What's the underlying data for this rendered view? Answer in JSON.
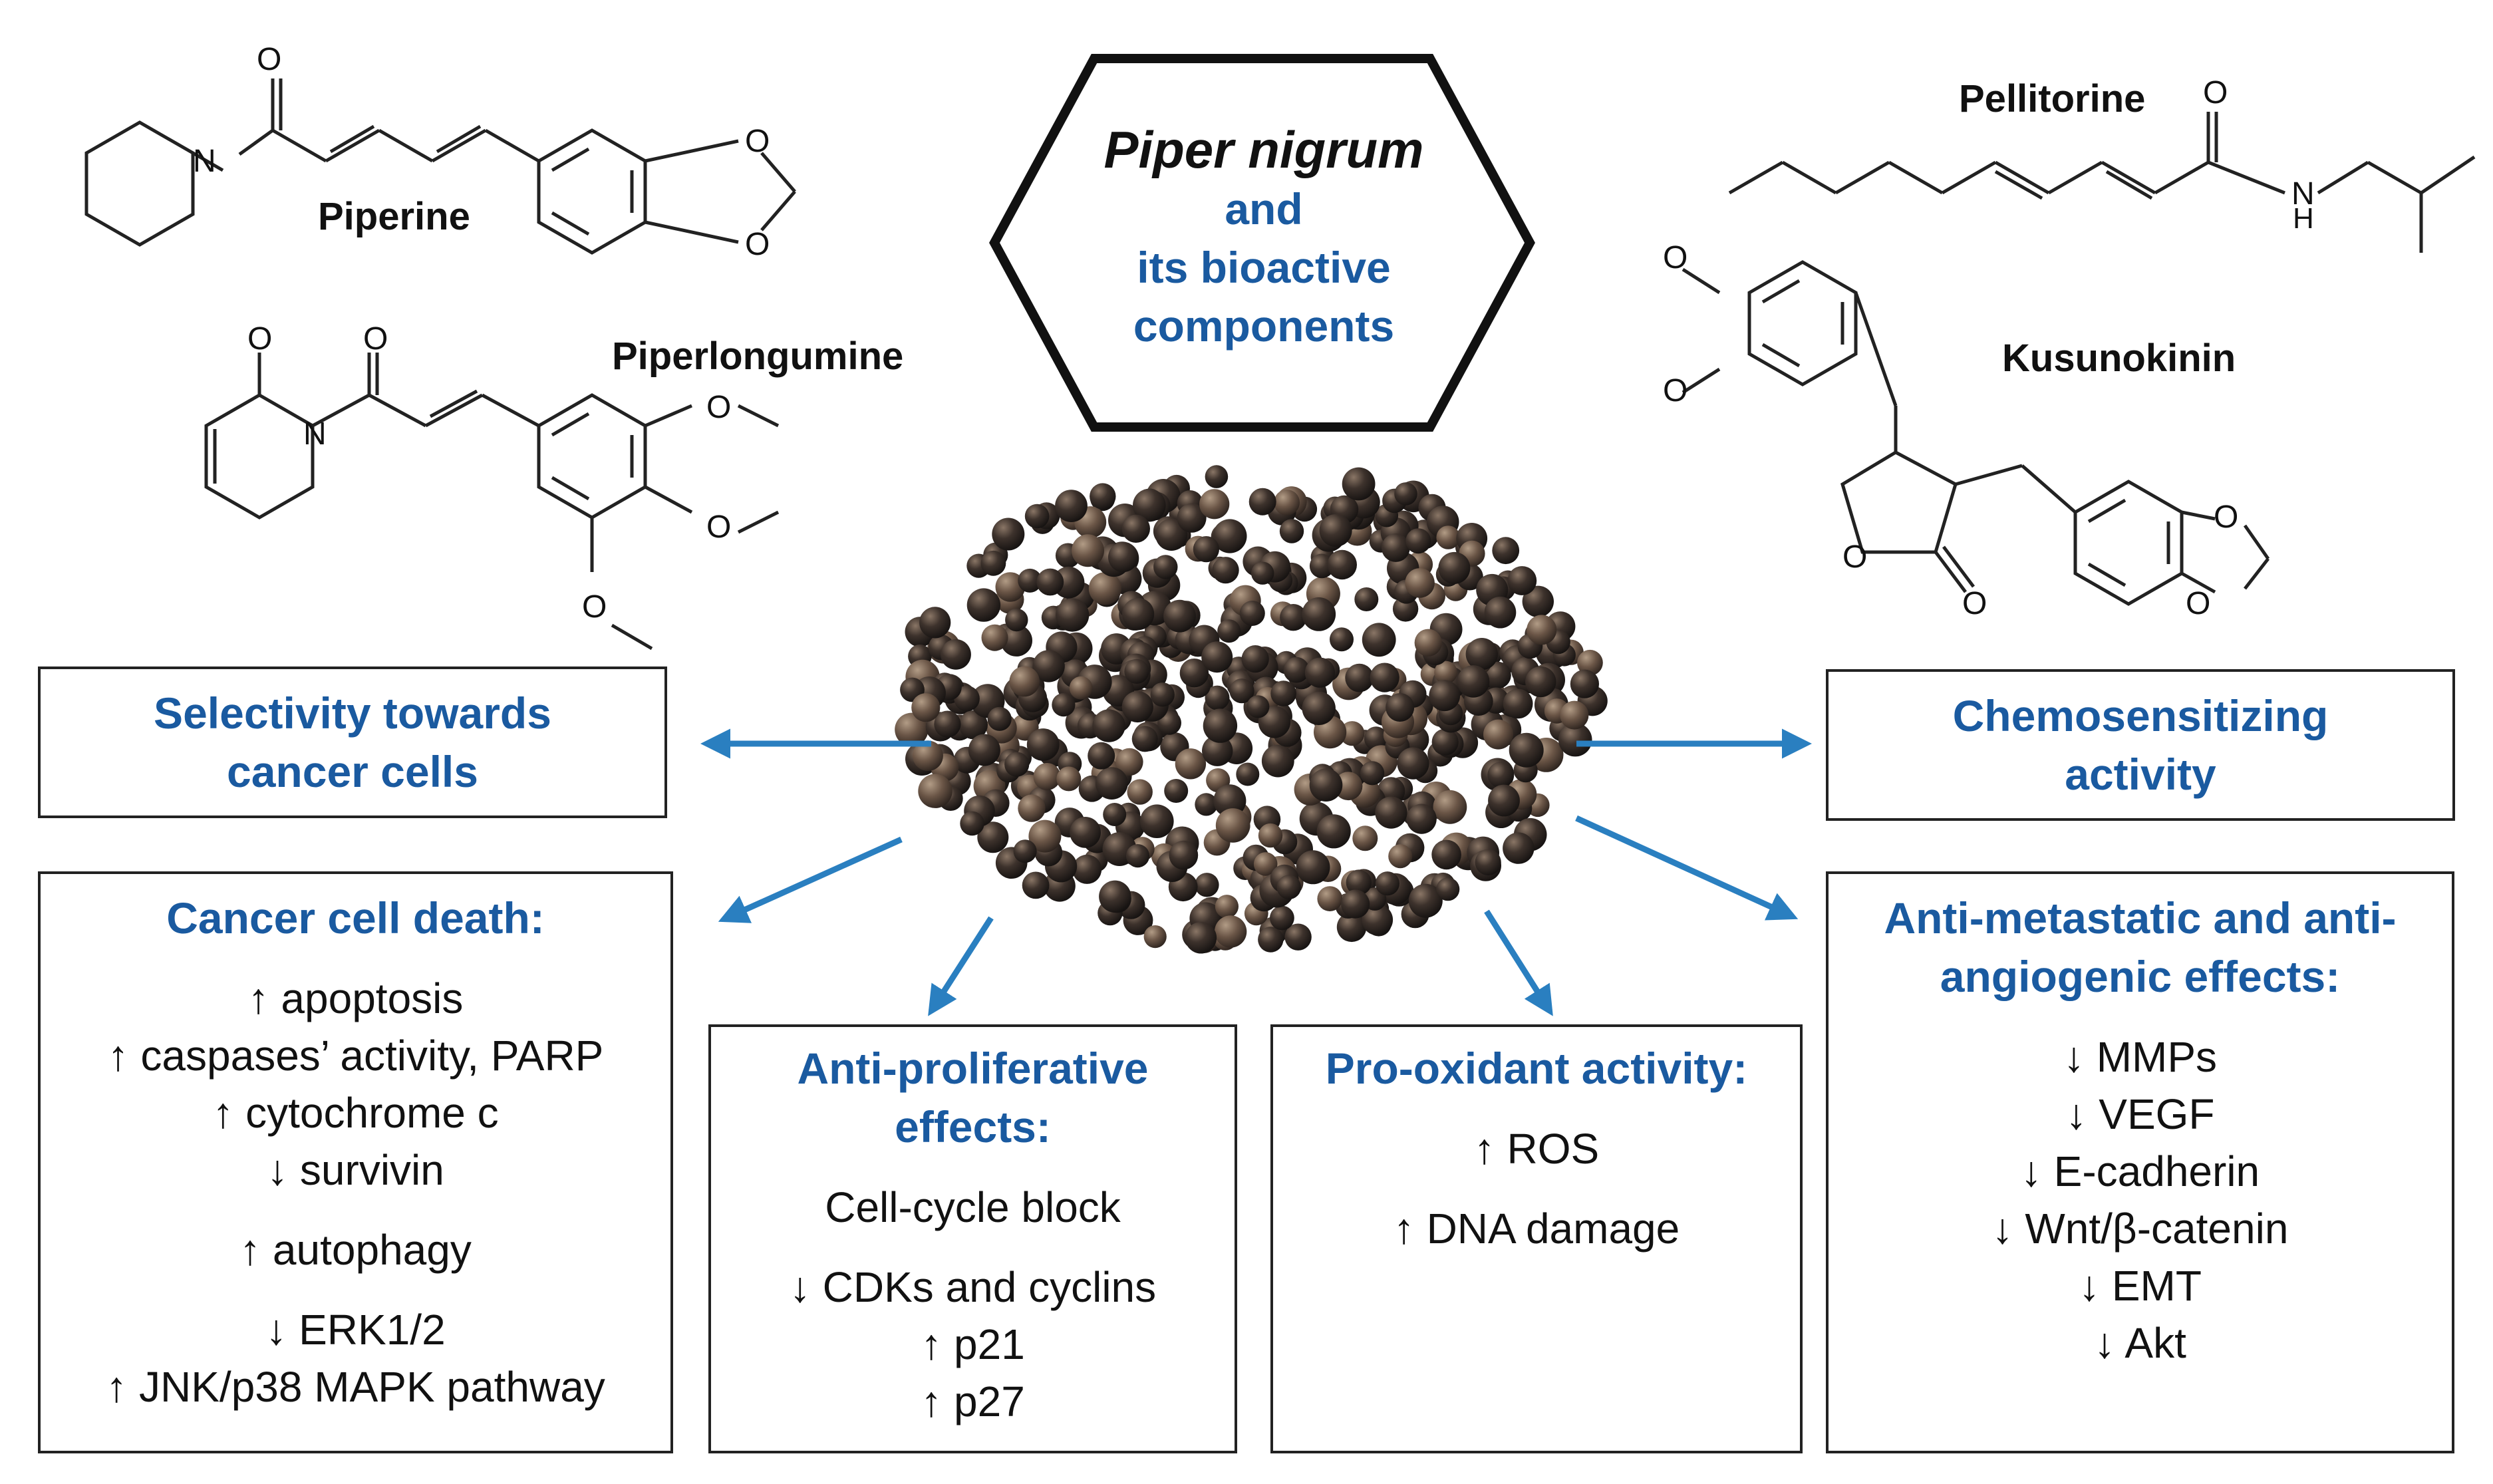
{
  "center": {
    "title": "Piper nigrum",
    "subtitle_lines": [
      "and",
      "its bioactive",
      "components"
    ]
  },
  "compounds": {
    "piperine": "Piperine",
    "piperlongumine": "Piperlongumine",
    "pellitorine": "Pellitorine",
    "kusunokinin": "Kusunokinin"
  },
  "atoms": {
    "O": "O",
    "N": "N",
    "NH": "N",
    "H": "H"
  },
  "boxes": {
    "selectivity": {
      "head_lines": [
        "Selectivity towards",
        "cancer cells"
      ]
    },
    "chemosensitizing": {
      "head_lines": [
        "Chemosensitizing",
        "activity"
      ]
    },
    "death": {
      "head": "Cancer cell death:",
      "items": [
        "↑ apoptosis",
        "↑ caspases’ activity, PARP",
        "↑ cytochrome c",
        "↓ survivin",
        "↑ autophagy",
        "↓ ERK1/2",
        "↑ JNK/p38 MAPK pathway"
      ]
    },
    "antiprolif": {
      "head_lines": [
        "Anti-proliferative",
        "effects:"
      ],
      "items": [
        "Cell-cycle block",
        "↓ CDKs and cyclins",
        "↑ p21",
        "↑ p27"
      ]
    },
    "prooxidant": {
      "head": "Pro-oxidant activity:",
      "items": [
        "↑ ROS",
        "↑ DNA damage"
      ]
    },
    "antimetastatic": {
      "head_lines": [
        "Anti-metastatic and anti-",
        "angiogenic effects:"
      ],
      "items": [
        "↓ MMPs",
        "↓ VEGF",
        "↓ E-cadherin",
        "↓ Wnt/β-catenin",
        "↓ EMT",
        "↓ Akt"
      ]
    }
  },
  "colors": {
    "accent": "#1a5aa0",
    "arrow": "#2a7fc0",
    "frame": "#111111"
  }
}
